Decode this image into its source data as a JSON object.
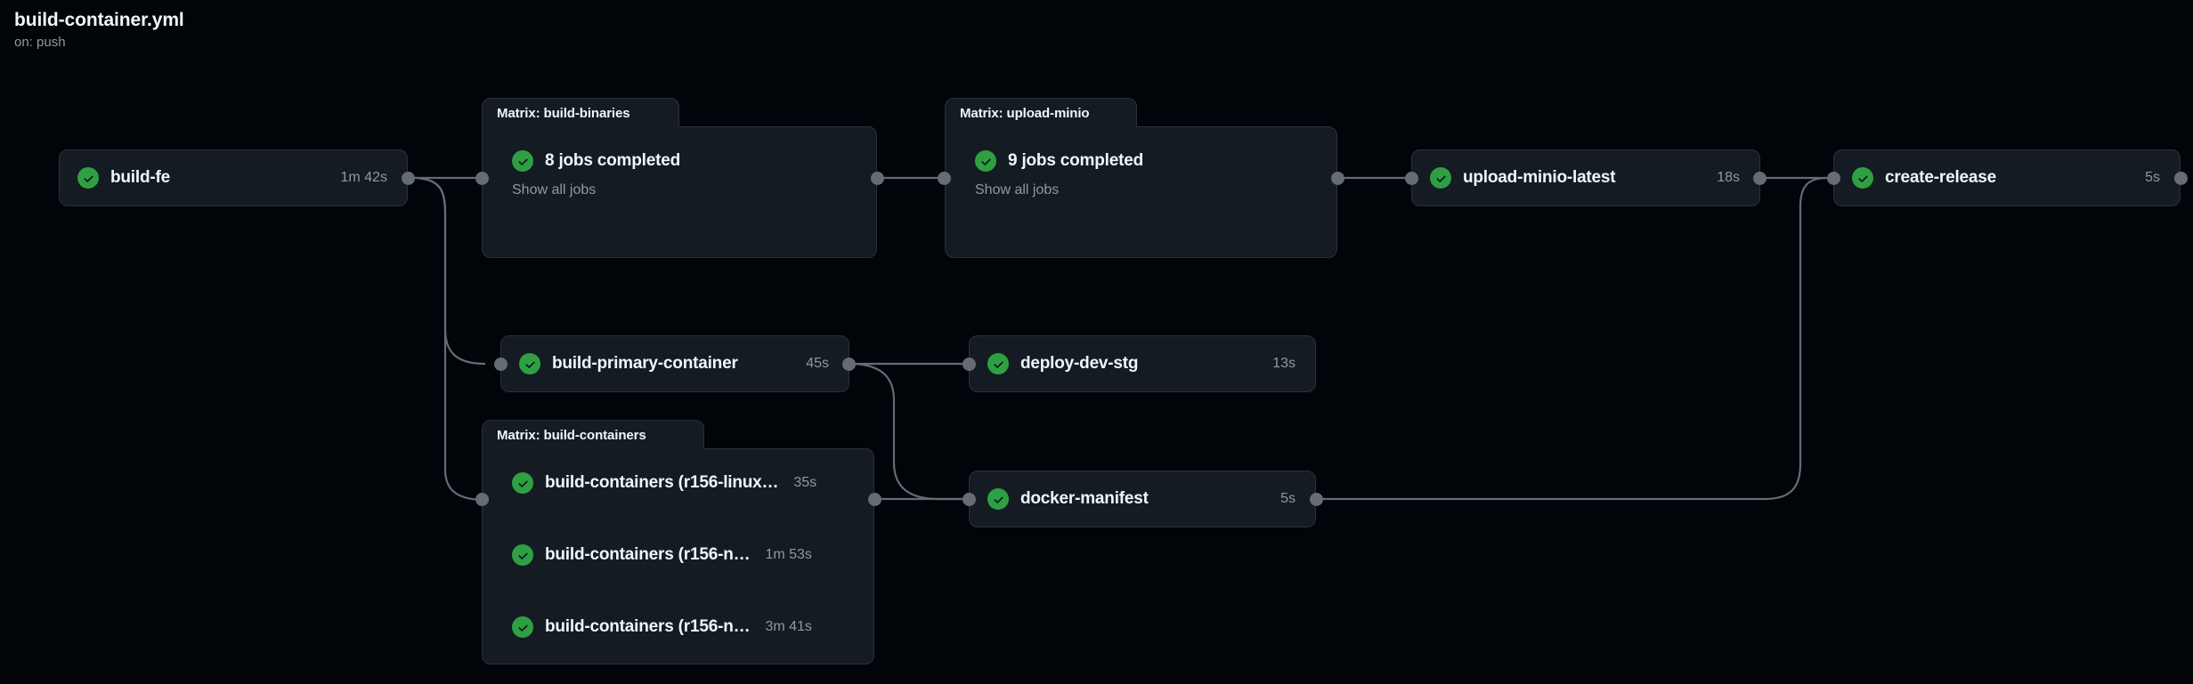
{
  "header": {
    "title": "build-container.yml",
    "trigger": "on: push"
  },
  "icons": {
    "success": "check-circle-icon"
  },
  "colors": {
    "page_bg": "#010409",
    "node_bg": "#151b23",
    "node_border": "#2a313c",
    "success_green": "#2ea043",
    "edge": "#656c76",
    "text_primary": "#f0f6fc",
    "text_muted": "#9198a1"
  },
  "nodes": {
    "build_fe": {
      "label": "build-fe",
      "duration": "1m 42s",
      "status": "success"
    },
    "build_primary_container": {
      "label": "build-primary-container",
      "duration": "45s",
      "status": "success"
    },
    "deploy_dev_stg": {
      "label": "deploy-dev-stg",
      "duration": "13s",
      "status": "success"
    },
    "docker_manifest": {
      "label": "docker-manifest",
      "duration": "5s",
      "status": "success"
    },
    "upload_minio_latest": {
      "label": "upload-minio-latest",
      "duration": "18s",
      "status": "success"
    },
    "create_release": {
      "label": "create-release",
      "duration": "5s",
      "status": "success"
    }
  },
  "groups": {
    "build_binaries": {
      "tab_label": "Matrix: build-binaries",
      "summary": "8 jobs completed",
      "show_all": "Show all jobs",
      "status": "success"
    },
    "upload_minio": {
      "tab_label": "Matrix: upload-minio",
      "summary": "9 jobs completed",
      "show_all": "Show all jobs",
      "status": "success"
    },
    "build_containers": {
      "tab_label": "Matrix: build-containers",
      "jobs": [
        {
          "label": "build-containers (r156-linux…",
          "duration": "35s",
          "status": "success"
        },
        {
          "label": "build-containers (r156-n…",
          "duration": "1m 53s",
          "status": "success"
        },
        {
          "label": "build-containers (r156-n…",
          "duration": "3m 41s",
          "status": "success"
        }
      ]
    }
  }
}
